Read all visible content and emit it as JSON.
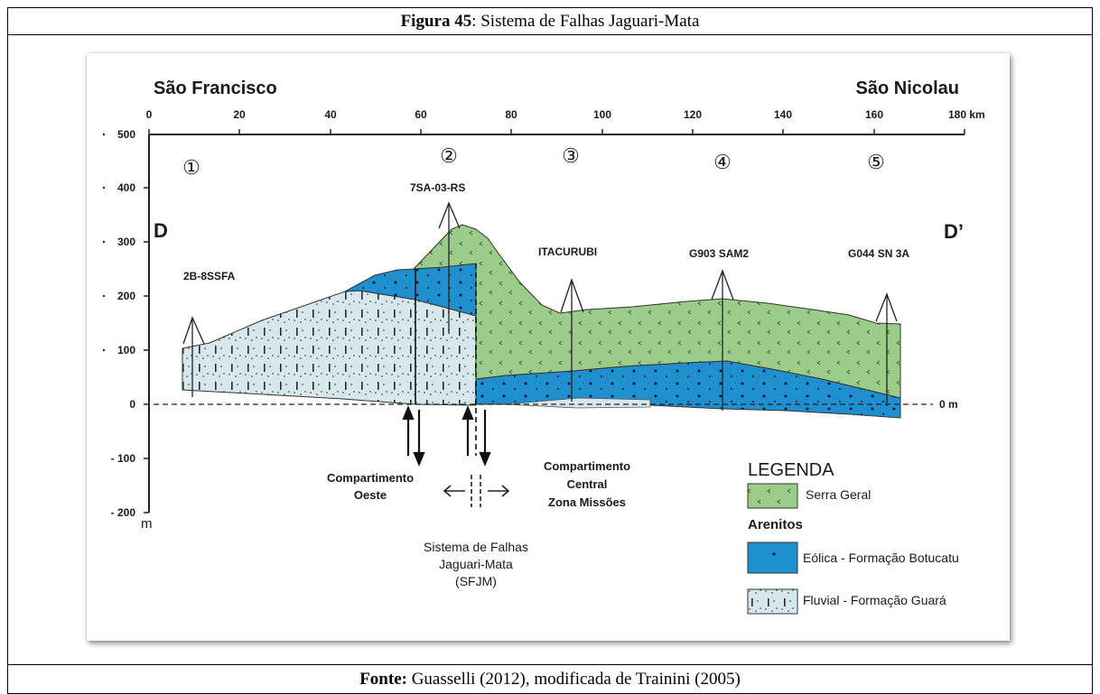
{
  "caption": {
    "label": "Figura 45",
    "text": ": Sistema de Falhas Jaguari-Mata"
  },
  "source": {
    "label": "Fonte:",
    "text": " Guasselli (2012), modificada de Trainini (2005)"
  },
  "diagram": {
    "left_place": "São Francisco",
    "right_place": "São Nicolau",
    "x_ticks": [
      "0",
      "20",
      "40",
      "60",
      "80",
      "100",
      "120",
      "140",
      "160"
    ],
    "x_last_tick": "180 km",
    "y_ticks": [
      "500",
      "400",
      "300",
      "200",
      "100",
      "0",
      "- 100",
      "- 200"
    ],
    "y_unit": "m",
    "zero_label": "0 m",
    "section_start": "D",
    "section_end": "D’",
    "zones": [
      "①",
      "②",
      "③",
      "④",
      "⑤"
    ],
    "wells": [
      "2B-8SSFA",
      "7SA-03-RS",
      "ITACURUBI",
      "G903 SAM2",
      "G044 SN 3A"
    ],
    "compartment_west": [
      "Compartimento",
      "Oeste"
    ],
    "compartment_central": [
      "Compartimento",
      "Central",
      "Zona Missões"
    ],
    "fault_system": [
      "Sistema de Falhas",
      "Jaguari-Mata",
      "(SFJM)"
    ],
    "legend": {
      "title": "LEGENDA",
      "serra_geral": "Serra Geral",
      "arenitos": "Arenitos",
      "eolica": "Eólica - Formação Botucatu",
      "fluvial": "Fluvial - Formação Guará"
    },
    "colors": {
      "serra_geral": "#9ccc8a",
      "botucatu": "#1f8fd0",
      "guara": "#d6e8ec"
    }
  }
}
